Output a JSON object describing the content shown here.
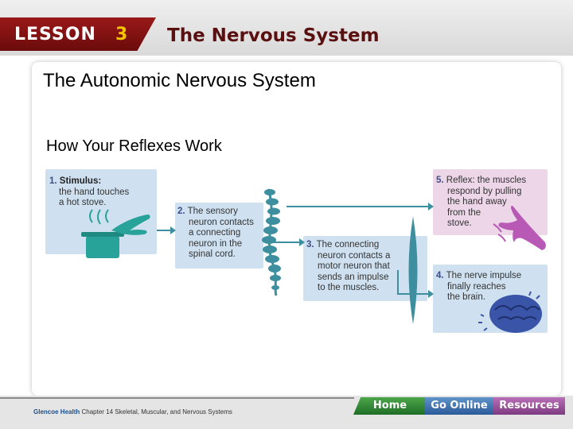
{
  "header": {
    "lesson_label": "LESSON",
    "lesson_number": "3",
    "title": "The Nervous System"
  },
  "slide": {
    "title": "The Autonomic Nervous System",
    "subtitle": "How Your Reflexes Work"
  },
  "steps": [
    {
      "number": "1.",
      "lines": [
        "Stimulus:",
        "the hand touches",
        "a hot stove."
      ]
    },
    {
      "number": "2.",
      "lines": [
        "The sensory",
        "neuron contacts",
        "a connecting",
        "neuron in the",
        "spinal cord."
      ]
    },
    {
      "number": "3.",
      "lines": [
        "The connecting",
        "neuron contacts a",
        "motor neuron that",
        "sends an impulse",
        "to the muscles."
      ]
    },
    {
      "number": "4.",
      "lines": [
        "The nerve impulse",
        "finally reaches",
        "the brain."
      ]
    },
    {
      "number": "5.",
      "lines": [
        "Reflex: the muscles",
        "respond by pulling",
        "the hand away",
        "from the",
        "stove."
      ]
    }
  ],
  "footer": {
    "publisher": "Glencoe Health",
    "chapter": "Chapter 14  Skeletal, Muscular, and Nervous Systems",
    "home_label": "Home",
    "online_label": "Go Online",
    "resources_label": "Resources"
  }
}
